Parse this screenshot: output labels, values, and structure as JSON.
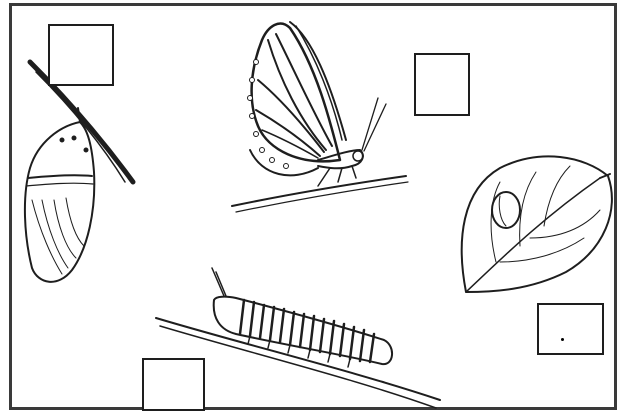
{
  "worksheet": {
    "stages": [
      {
        "name": "chrysalis",
        "icon": "chrysalis-drawing"
      },
      {
        "name": "butterfly",
        "icon": "butterfly-drawing"
      },
      {
        "name": "egg-on-leaf",
        "icon": "leaf-egg-drawing"
      },
      {
        "name": "caterpillar",
        "icon": "caterpillar-drawing"
      }
    ],
    "answer_boxes": [
      "",
      "",
      "",
      ""
    ],
    "colors": {
      "ink": "#1e1e1e",
      "frame": "#3a3a3a",
      "paper": "#ffffff"
    }
  }
}
